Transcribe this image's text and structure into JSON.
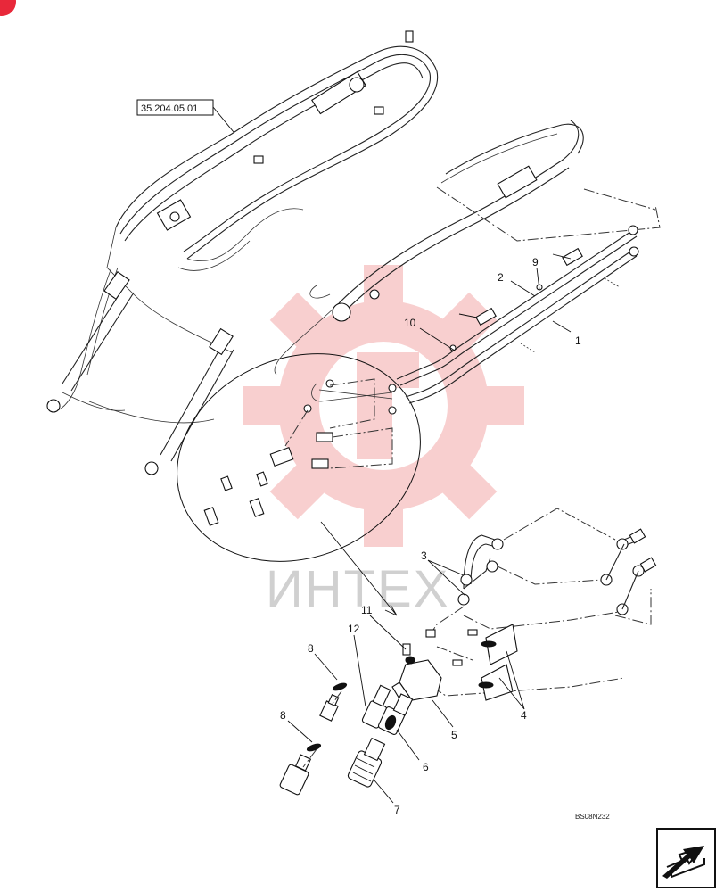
{
  "reference_box": {
    "label": "35.204.05 01"
  },
  "callouts": [
    {
      "id": "c1",
      "label": "1"
    },
    {
      "id": "c2",
      "label": "2"
    },
    {
      "id": "c9",
      "label": "9"
    },
    {
      "id": "c10",
      "label": "10"
    },
    {
      "id": "c3",
      "label": "3"
    },
    {
      "id": "c11",
      "label": "11"
    },
    {
      "id": "c12",
      "label": "12"
    },
    {
      "id": "c8a",
      "label": "8"
    },
    {
      "id": "c8b",
      "label": "8"
    },
    {
      "id": "c4",
      "label": "4"
    },
    {
      "id": "c5",
      "label": "5"
    },
    {
      "id": "c6",
      "label": "6"
    },
    {
      "id": "c7",
      "label": "7"
    }
  ],
  "drawing_code": "BS08N232",
  "watermark": {
    "text": "ИНТЕХ",
    "color": "#e8283a"
  },
  "nav": {
    "icon": "next-page-arrow-icon"
  },
  "colors": {
    "line": "#111111",
    "watermark": "#f3b6b6",
    "corner_badge": "#e8283a"
  }
}
